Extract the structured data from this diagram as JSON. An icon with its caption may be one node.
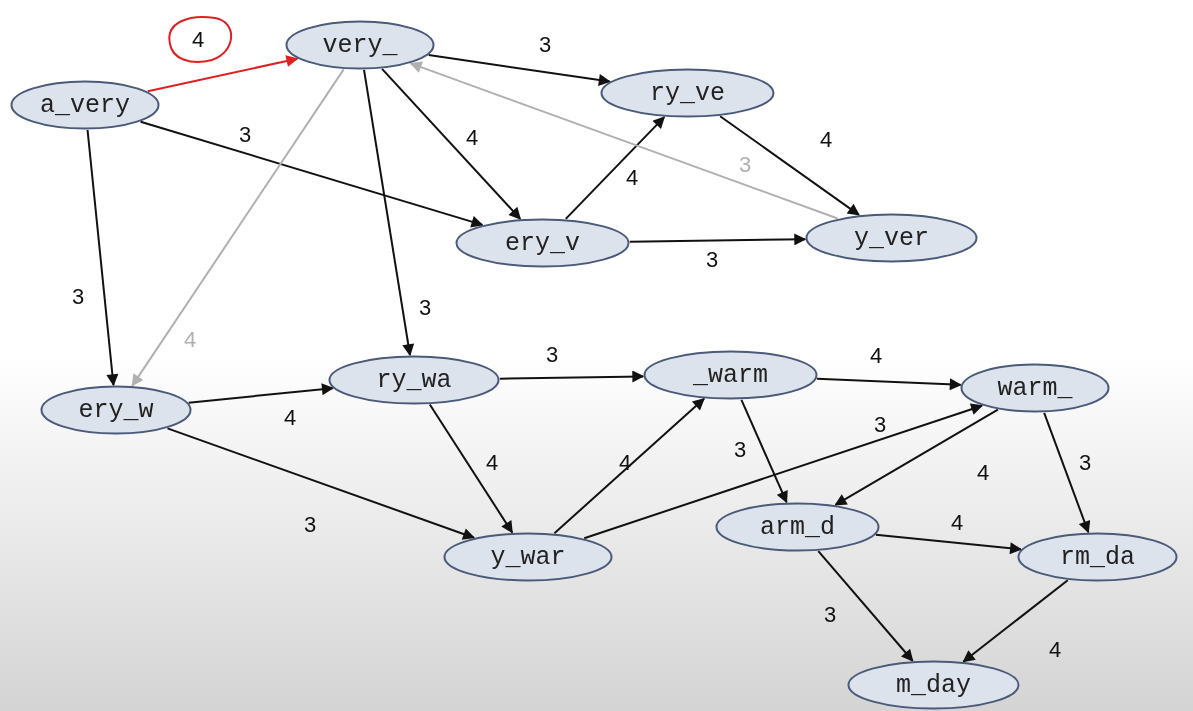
{
  "diagram": {
    "nodes": [
      {
        "text": [
          "a_very"
        ]
      },
      {
        "text": [
          "very_"
        ]
      },
      {
        "text": [
          "ry_ve"
        ]
      },
      {
        "text": [
          "ery_v"
        ]
      },
      {
        "text": [
          "y_ver"
        ]
      },
      {
        "text": [
          "ery_w"
        ]
      },
      {
        "text": [
          "ry_wa"
        ]
      },
      {
        "text": [
          "_warm"
        ]
      },
      {
        "text": [
          "warm_"
        ]
      },
      {
        "text": [
          "y_war"
        ]
      },
      {
        "text": [
          "arm_d"
        ]
      },
      {
        "text": [
          "rm_da"
        ]
      },
      {
        "text": [
          "m_day"
        ]
      }
    ],
    "edges": [
      {
        "from": 0,
        "to": 1,
        "arrow": "to",
        "label": "4",
        "color": "#e02020"
      },
      {
        "from": 1,
        "to": 2,
        "arrow": "to",
        "label": "3"
      },
      {
        "from": 0,
        "to": 3,
        "arrow": "to",
        "label": "3"
      },
      {
        "from": 1,
        "to": 3,
        "arrow": "to",
        "label": "4"
      },
      {
        "from": 3,
        "to": 2,
        "arrow": "to",
        "label": "4"
      },
      {
        "from": 2,
        "to": 4,
        "arrow": "to",
        "label": "4"
      },
      {
        "from": 4,
        "to": 1,
        "arrow": "to",
        "label": "3",
        "color": "#b0b0b0"
      },
      {
        "from": 3,
        "to": 4,
        "arrow": "to",
        "label": "3"
      },
      {
        "from": 1,
        "to": 5,
        "arrow": "to",
        "label": "4",
        "color": "#b0b0b0"
      },
      {
        "from": 0,
        "to": 5,
        "arrow": "to",
        "label": "3"
      },
      {
        "from": 1,
        "to": 6,
        "arrow": "to",
        "label": "3"
      },
      {
        "from": 5,
        "to": 6,
        "arrow": "to",
        "label": "4"
      },
      {
        "from": 5,
        "to": 9,
        "arrow": "to",
        "label": "3"
      },
      {
        "from": 6,
        "to": 7,
        "arrow": "to",
        "label": "3"
      },
      {
        "from": 6,
        "to": 9,
        "arrow": "to",
        "label": "4"
      },
      {
        "from": 7,
        "to": 8,
        "arrow": "to",
        "label": "4"
      },
      {
        "from": 9,
        "to": 7,
        "arrow": "to",
        "label": "4"
      },
      {
        "from": 9,
        "to": 8,
        "arrow": "to",
        "label": "3"
      },
      {
        "from": 7,
        "to": 10,
        "arrow": "to",
        "label": "3"
      },
      {
        "from": 8,
        "to": 10,
        "arrow": "to",
        "label": "4"
      },
      {
        "from": 8,
        "to": 11,
        "arrow": "to",
        "label": "3"
      },
      {
        "from": 10,
        "to": 11,
        "arrow": "to",
        "label": "4"
      },
      {
        "from": 10,
        "to": 12,
        "arrow": "to",
        "label": "3"
      },
      {
        "from": 11,
        "to": 12,
        "arrow": "to",
        "label": "4"
      }
    ]
  }
}
